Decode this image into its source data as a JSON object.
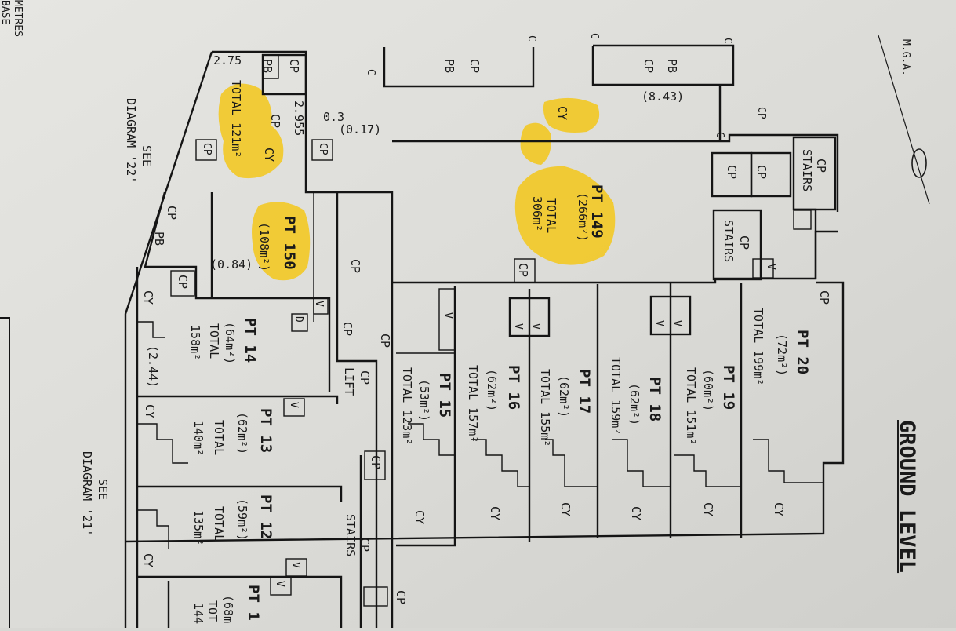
{
  "title": "GROUND LEVEL",
  "compass": "M.G.A.",
  "corner_text": [
    "METRES",
    "BASE"
  ],
  "see_diagram_22": [
    "SEE",
    "DIAGRAM '22'"
  ],
  "see_diagram_21": [
    "SEE",
    "DIAGRAM '21'"
  ],
  "lots": [
    {
      "id": "pt149",
      "name": "PT 149",
      "area": "(266m²)",
      "total_label": "TOTAL",
      "total": "306m²"
    },
    {
      "id": "pt150",
      "name": "PT 150",
      "area": "(108m²)"
    },
    {
      "id": "total121",
      "total": "TOTAL 121m²"
    },
    {
      "id": "pt14",
      "name": "PT 14",
      "area": "(64m²)",
      "total_label": "TOTAL",
      "total": "158m²"
    },
    {
      "id": "pt13",
      "name": "PT 13",
      "area": "(62m²)",
      "total_label": "TOTAL",
      "total": "140m²"
    },
    {
      "id": "pt12",
      "name": "PT 12",
      "area": "(59m²)",
      "total_label": "TOTAL",
      "total": "135m²"
    },
    {
      "id": "pt11",
      "name": "PT 1",
      "area": "(68m",
      "total_label": "TOT",
      "total": "144"
    },
    {
      "id": "pt15",
      "name": "PT 15",
      "area": "(53m²)",
      "total": "TOTAL 123m²"
    },
    {
      "id": "pt16",
      "name": "PT 16",
      "area": "(62m²)",
      "total": "TOTAL 157m²"
    },
    {
      "id": "pt17",
      "name": "PT 17",
      "area": "(62m²)",
      "total": "TOTAL 155m²"
    },
    {
      "id": "pt18",
      "name": "PT 18",
      "area": "(62m²)",
      "total": "TOTAL 159m²"
    },
    {
      "id": "pt19",
      "name": "PT 19",
      "area": "(60m²)",
      "total": "TOTAL 151m²"
    },
    {
      "id": "pt20",
      "name": "PT 20",
      "area": "(72m²)",
      "total": "TOTAL 199m²"
    }
  ],
  "dimensions": {
    "d275": "2.75",
    "d2955": "2.955",
    "d03": "0.3",
    "d017": "(0.17)",
    "d843": "(8.43)",
    "d084": "(0.84)",
    "d244": "(2.44)"
  },
  "codes": {
    "cp": "CP",
    "pb": "PB",
    "cy": "CY",
    "v": "V",
    "d": "D",
    "c": "C",
    "stairs": "STAIRS",
    "lift": "LIFT"
  }
}
